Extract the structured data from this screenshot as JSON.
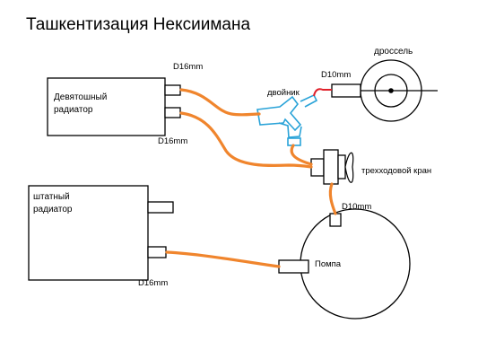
{
  "title": "Ташкентизация Нексиимана",
  "components": {
    "radiator_top": "Девятошный\nрадиатор",
    "radiator_bottom": "штатный\nрадиатор",
    "throttle": "дроссель",
    "tee": "двойник",
    "valve": "трехходовой кран",
    "pump": "Помпа"
  },
  "diameters": {
    "d16_top": "D16mm",
    "d16_mid": "D16mm",
    "d16_bottom": "D16mm",
    "d10_throttle": "D10mm",
    "d10_pump": "D10mm"
  },
  "colors": {
    "hose": "#f0852d",
    "tee": "#2aa3d8",
    "link": "#e0202a"
  }
}
